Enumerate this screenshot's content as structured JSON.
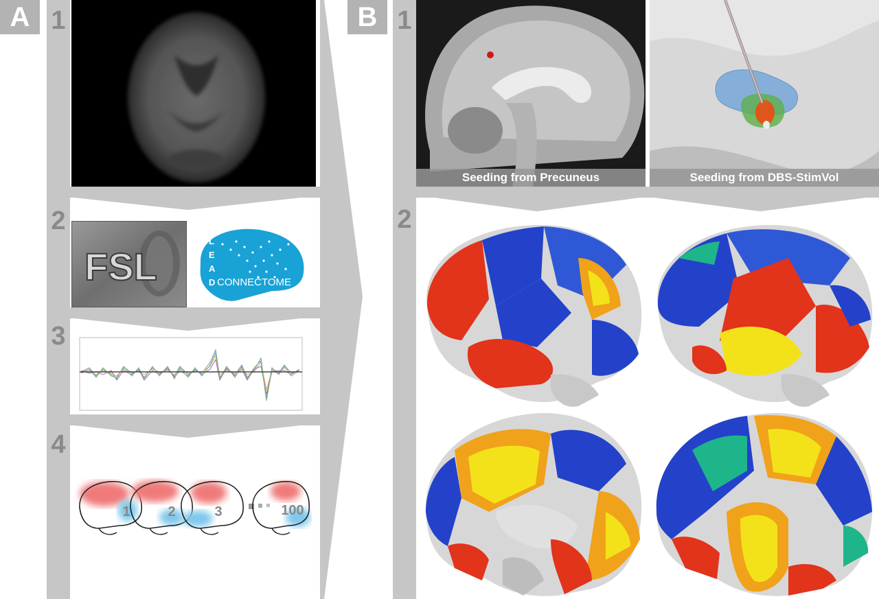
{
  "panels": {
    "a": {
      "letter": "A"
    },
    "b": {
      "letter": "B"
    }
  },
  "steps": {
    "a1": "1",
    "a2": "2",
    "a3": "3",
    "a4": "4",
    "b1": "1",
    "b2": "2"
  },
  "logos": {
    "fsl": "FSL",
    "lead": [
      "L",
      "E",
      "A",
      "D"
    ],
    "connectome": "CONNECTOME"
  },
  "parcels": {
    "labels": [
      "1",
      "2",
      "3",
      "100"
    ]
  },
  "captions": {
    "precuneus": "Seeding from Precuneus",
    "dbs": "Seeding from DBS-StimVol"
  },
  "colors": {
    "panel_gray": "#b3b3b3",
    "bar_gray": "#c6c6c6",
    "logo_blue": "#19a2d6",
    "red": "#e2331b",
    "blue": "#2342c9",
    "yellow": "#f3e21a"
  }
}
